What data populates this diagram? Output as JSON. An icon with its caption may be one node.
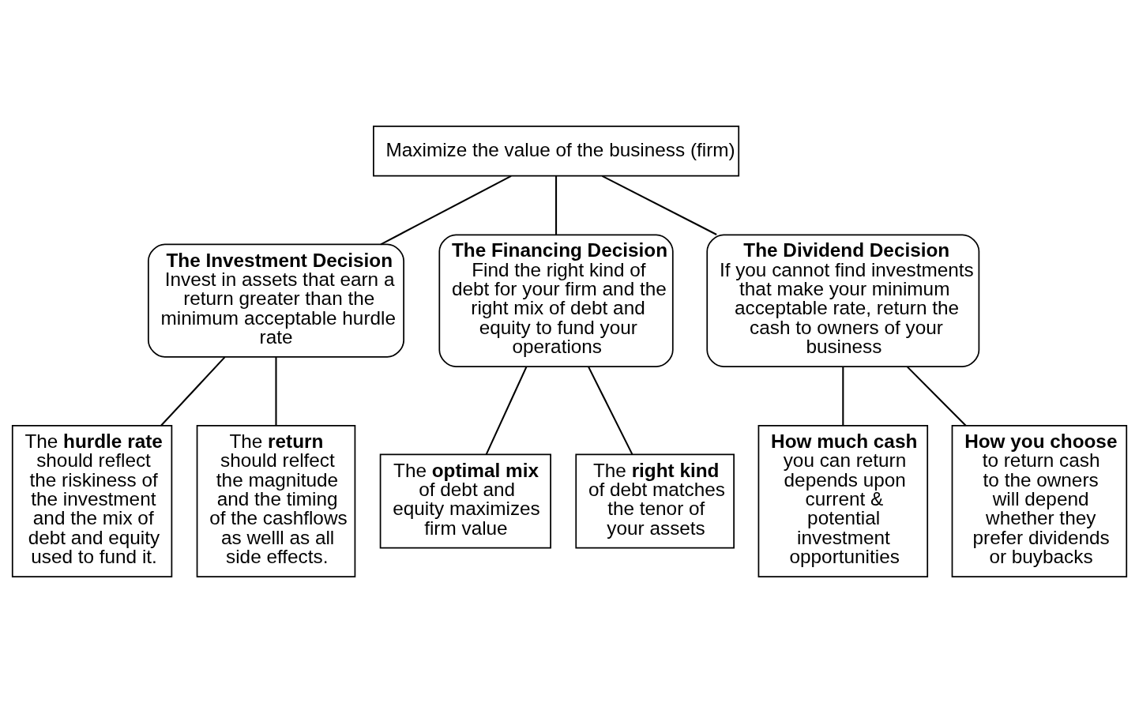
{
  "diagram": {
    "nodes": [
      {
        "text": [
          "Maximize the value of the business (firm)"
        ]
      },
      {
        "text": [
          "The Investment Decision",
          "Invest in assets that earn a return greater than the minimum acceptable hurdle rate"
        ]
      },
      {
        "text": [
          "The Financing Decision",
          "Find the right kind of debt for your firm and the right mix of debt and equity to fund your operations"
        ]
      },
      {
        "text": [
          "The Dividend Decision",
          "If you cannot find investments that make your minimum acceptable rate, return the cash to owners of your business"
        ]
      },
      {
        "text": [
          "The **hurdle rate** should reflect the riskiness of the investment and the mix of debt and equity used to fund it."
        ]
      },
      {
        "text": [
          "The **return** should relfect the magnitude and the timing of the cashflows as welll as all side effects."
        ]
      },
      {
        "text": [
          "The **optimal mix** of debt and equity maximizes firm value"
        ]
      },
      {
        "text": [
          "The **right kind** of debt matches the tenor of your assets"
        ]
      },
      {
        "text": [
          "**How much cash** you can return depends upon current & potential investment opportunities"
        ]
      },
      {
        "text": [
          "**How you choose** to return cash to the owners will depend whether they prefer dividends or buybacks"
        ]
      }
    ],
    "edges": [
      {
        "from": 0,
        "to": 1,
        "arrow": "none"
      },
      {
        "from": 0,
        "to": 2,
        "arrow": "none"
      },
      {
        "from": 0,
        "to": 3,
        "arrow": "none"
      },
      {
        "from": 1,
        "to": 4,
        "arrow": "none"
      },
      {
        "from": 1,
        "to": 5,
        "arrow": "none"
      },
      {
        "from": 2,
        "to": 6,
        "arrow": "none"
      },
      {
        "from": 2,
        "to": 7,
        "arrow": "none"
      },
      {
        "from": 3,
        "to": 8,
        "arrow": "none"
      },
      {
        "from": 3,
        "to": 9,
        "arrow": "none"
      }
    ]
  }
}
